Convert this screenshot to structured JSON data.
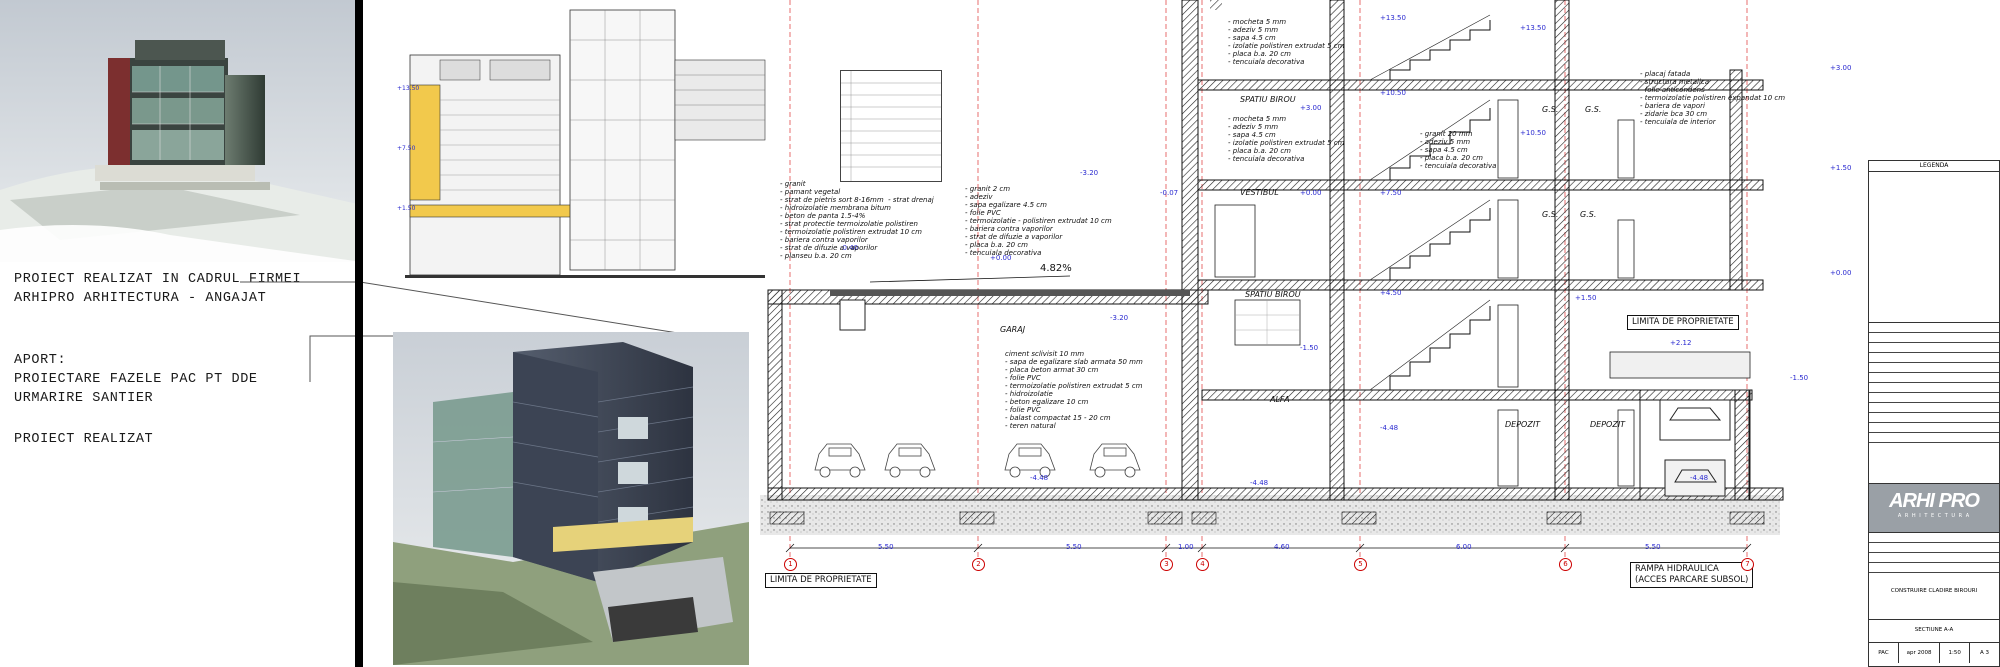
{
  "portfolio": {
    "line1": "PROIECT REALIZAT IN CADRUL FIRMEI",
    "line2": "ARHIPRO ARHITECTURA - ANGAJAT",
    "aport_title": "APORT:",
    "aport_line1": "PROIECTARE FAZELE PAC PT DDE",
    "aport_line2": "URMARIRE SANTIER",
    "status": "PROIECT REALIZAT"
  },
  "section": {
    "rooms": {
      "garaj": "GARAJ",
      "spatiu_birou_1": "SPATIU BIROU",
      "spatiu_birou_2": "SPATIU BIROU",
      "vestibul": "VESTIBUL",
      "depozit_1": "DEPOZIT",
      "depozit_2": "DEPOZIT",
      "gs1": "G.S.",
      "gs2": "G.S.",
      "gs3": "G.S.",
      "gs4": "G.S.",
      "alfa": "ALFA"
    },
    "slope": "4.82%",
    "callouts": {
      "limita_right": "LIMITA DE PROPRIETATE",
      "limita_bottom": "LIMITA DE PROPRIETATE",
      "rampa": "RAMPA HIDRAULICA\n(ACCES PARCARE SUBSOL)"
    },
    "axis_dims": [
      "5.50",
      "5.50",
      "1.00",
      "4.60",
      "6.00",
      "5.50"
    ],
    "axis_labels": [
      "1",
      "2",
      "3",
      "4",
      "5",
      "6",
      "7"
    ],
    "notes": {
      "roof_layers": "- granit\n- pamant vegetal\n- strat de pietris sort 8-16mm  - strat drenaj\n- hidroizolatie membrana bitum\n- beton de panta 1.5-4%\n- strat protectie termoizolatie polistiren\n- termoizolatie polistiren extrudat 10 cm\n- bariera contra vaporilor\n- strat de difuzie a vaporilor\n- planseu b.a. 20 cm",
      "terrace_layers": "- granit 2 cm\n- adeziv\n- sapa egalizare 4.5 cm\n- folie PVC\n- termoizolatie - polistiren extrudat 10 cm\n- bariera contra vaporilor\n- strat de difuzie a vaporilor\n- placa b.a. 20 cm\n- tencuiala decorativa",
      "basement_floor": "ciment sclivisit 10 mm\n- sapa de egalizare slab armata 50 mm\n- placa beton armat 30 cm\n- folie PVC\n- termoizolatie polistiren extrudat 5 cm\n- hidroizolatie\n- beton egalizare 10 cm\n- folie PVC\n- balast compactat 15 - 20 cm\n- teren natural",
      "floor_1": "- mocheta 5 mm\n- adeziv 5 mm\n- sapa 4.5 cm\n- izolatie polistiren extrudat 5 cm\n- placa b.a. 20 cm\n- tencuiala decorativa",
      "floor_2": "- mocheta 5 mm\n- adeziv 5 mm\n- sapa 4.5 cm\n- izolatie polistiren extrudat 5 cm\n- placa b.a. 20 cm\n- tencuiala decorativa",
      "floor_gs": "- granit 20 mm\n- adeziv 5 mm\n- sapa 4.5 cm\n- placa b.a. 20 cm\n- tencuiala decorativa",
      "wall_right": "- placaj fatada\n- structura metalica\n- folie anticondens\n- termoizolatie polistiren expandat 10 cm\n- bariera de vapori\n- zidarie bca 30 cm\n- tencuiala de interior"
    },
    "levels": [
      "+13.50",
      "+10.50",
      "+7.50",
      "+4.50",
      "+1.50",
      "-1.50",
      "-3.20",
      "-4.48",
      "+3.00",
      "+0.00"
    ]
  },
  "titleblock": {
    "header": "LEGENDA",
    "company": "ARHI PRO",
    "company_sub": "A R H I T E C T U R A",
    "project_title": "CONSTRUIRE CLADIRE BIROURI",
    "sheet": "SECTIUNE A-A",
    "scale": "1:50",
    "phase": "PAC",
    "date": "apr 2008",
    "planse": "A 3"
  },
  "colors": {
    "dim_blue": "#2a2ad0",
    "axis_red": "#cc0000",
    "facade_yellow": "#f2c94c",
    "hatch_dark": "#1c1c1c"
  }
}
